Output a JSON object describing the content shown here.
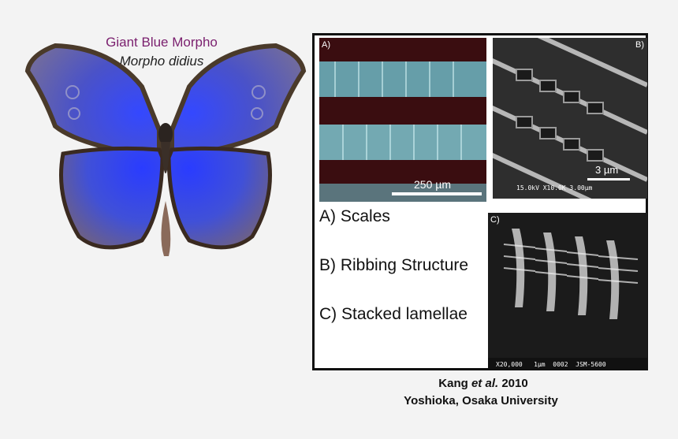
{
  "species": {
    "common_name": "Giant Blue Morpho",
    "latin_name": "Morpho didius"
  },
  "figure": {
    "panel_a": {
      "tag": "A)",
      "scale_bar": "250 µm"
    },
    "panel_b": {
      "tag": "B)",
      "scale_bar": "3 µm",
      "sem_info": "15.0kV X10.0K 3.00µm"
    },
    "panel_c": {
      "tag": "C)",
      "sem_info": "X20,000   1µm  0002  JSM-5600"
    },
    "captions": {
      "a_prefix": "A)",
      "a_text": "Scales",
      "b_prefix": "B)",
      "b_text": "Ribbing Structure",
      "c_prefix": "C)",
      "c_text": "Stacked lamellae"
    }
  },
  "credits": {
    "author": "Kang",
    "et_al": "et al.",
    "year": "2010",
    "line2": "Yoshioka, Osaka University"
  },
  "colors": {
    "common_name": "#7a1f6e",
    "wing_blue": "#3d4fd6",
    "frame": "#111111"
  }
}
